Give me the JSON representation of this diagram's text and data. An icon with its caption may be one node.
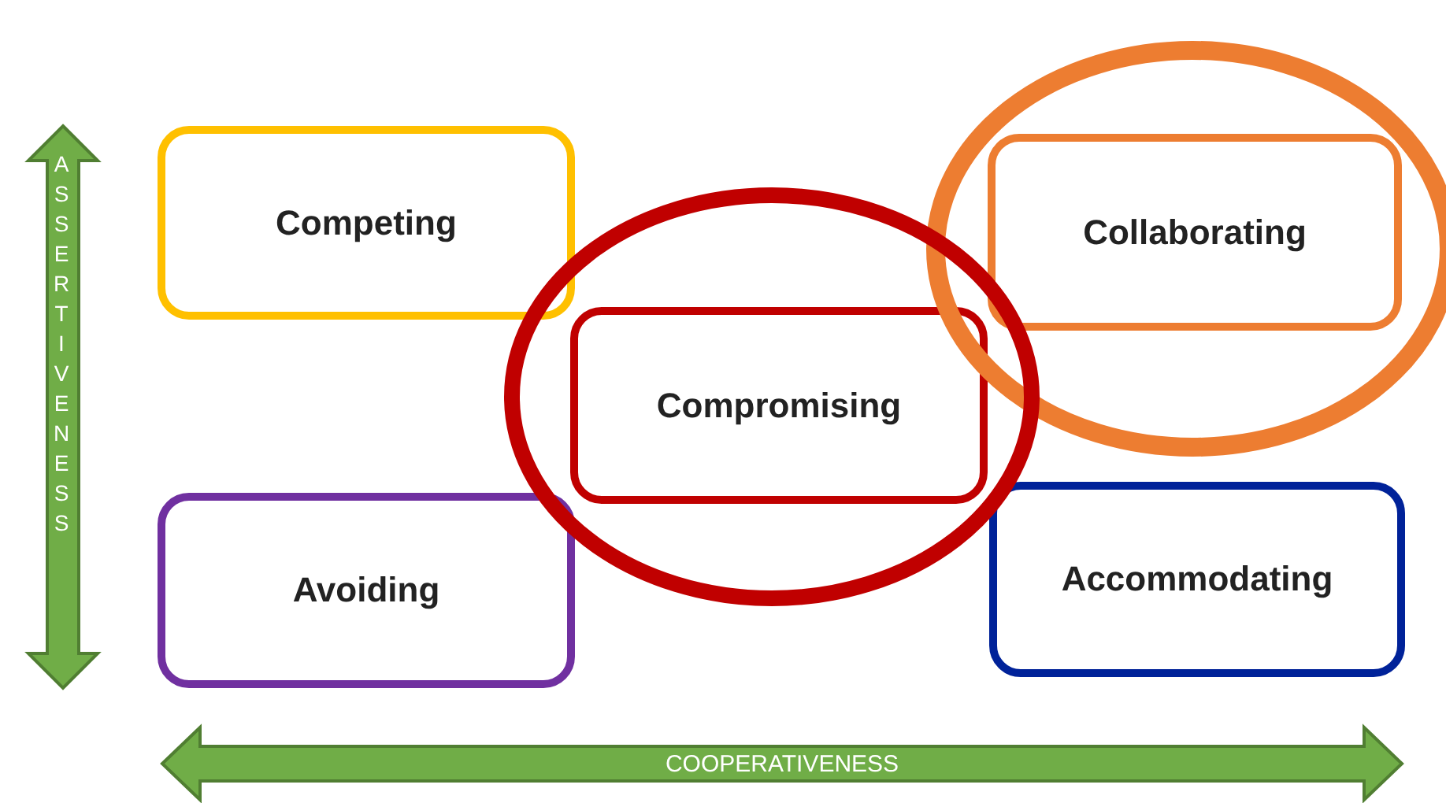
{
  "diagram": {
    "nodes": [
      {
        "text": [
          "Competing"
        ]
      },
      {
        "text": [
          "Collaborating"
        ]
      },
      {
        "text": [
          "Compromising"
        ]
      },
      {
        "text": [
          "Avoiding"
        ]
      },
      {
        "text": [
          "Accommodating"
        ]
      }
    ],
    "labels": [
      "ASSERTIVENESS",
      "COOPERATIVENESS"
    ]
  }
}
